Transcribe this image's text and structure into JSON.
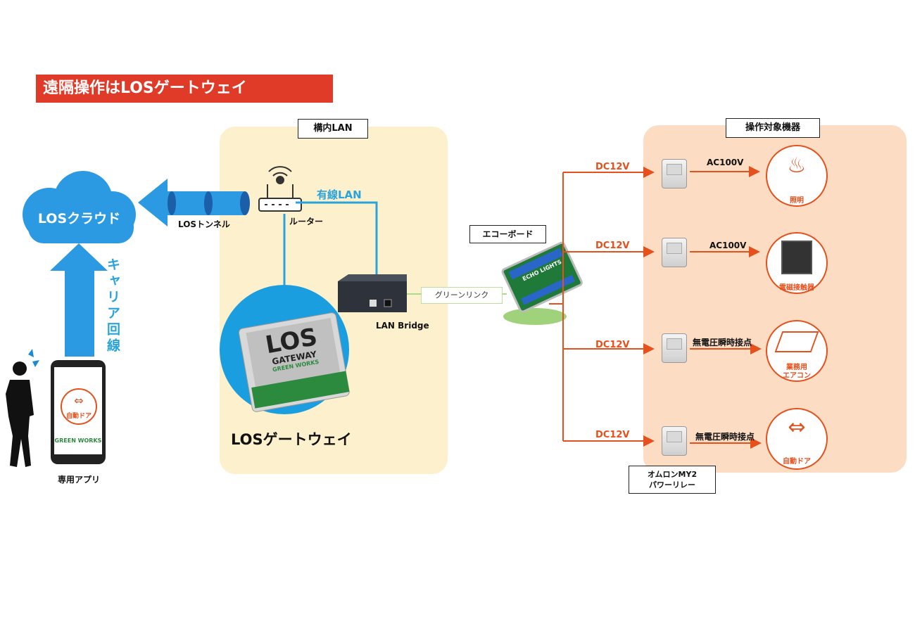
{
  "title": "遠隔操作はLOSゲートウェイ",
  "labels": {
    "lan_zone": "構内LAN",
    "devices_zone": "操作対象機器",
    "cloud": "LOSクラウド",
    "tunnel": "LOSトンネル",
    "router": "ルーター",
    "wired_lan": "有線LAN",
    "lan_bridge": "LAN Bridge",
    "gateway": "LOSゲートウェイ",
    "carrier": "キャリア回線",
    "app": "専用アプリ",
    "echo_board": "エコーボード",
    "green_link": "グリーンリンク",
    "relay": "オムロンMY2",
    "relay_sub": "パワーリレー",
    "phone_door": "自動ドア",
    "phone_brand": "GREEN WORKS",
    "gateway_logo": "LOS",
    "gateway_logo_sub": "GATEWAY",
    "gateway_brand": "GREEN WORKS",
    "echo_brand": "ECHO LIGHTS"
  },
  "outputs": [
    {
      "dc": "DC12V",
      "signal": "AC100V",
      "device": "照明",
      "icon": "lamp-icon"
    },
    {
      "dc": "DC12V",
      "signal": "AC100V",
      "device": "電磁接触器",
      "icon": "contactor-icon"
    },
    {
      "dc": "DC12V",
      "signal": "無電圧瞬時接点",
      "device": "業務用",
      "device2": "エアコン",
      "icon": "aircon-icon"
    },
    {
      "dc": "DC12V",
      "signal": "無電圧瞬時接点",
      "device": "自動ドア",
      "icon": "door-icon"
    }
  ],
  "colors": {
    "title_bg": "#e03a28",
    "blue": "#29a3dc",
    "orange": "#e6501c",
    "lan_zone": "#fdf0cc",
    "device_zone": "#fcdcc3"
  }
}
